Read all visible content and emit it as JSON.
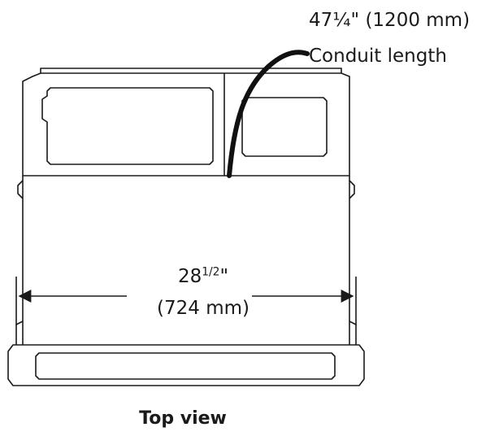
{
  "conduit": {
    "length_imperial": "47¼\" (1200 mm)",
    "label": "Conduit length"
  },
  "width": {
    "whole": "28",
    "fraction": "1/2",
    "inch_mark": "\"",
    "metric": "(724 mm)"
  },
  "caption": "Top view",
  "colors": {
    "line": "#1a1a1a",
    "background": "#ffffff"
  }
}
